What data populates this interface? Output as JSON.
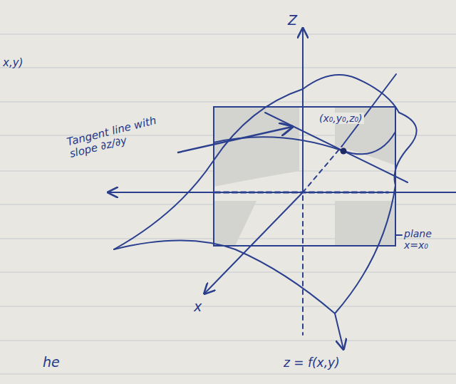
{
  "diagram": {
    "labels": [
      "Z",
      "x,y)",
      "Tangent line with slope ∂z/∂y",
      "(x₀,y₀,z₀)",
      "x",
      "plane x=x₀",
      "z = f(x,y)",
      "he"
    ]
  }
}
